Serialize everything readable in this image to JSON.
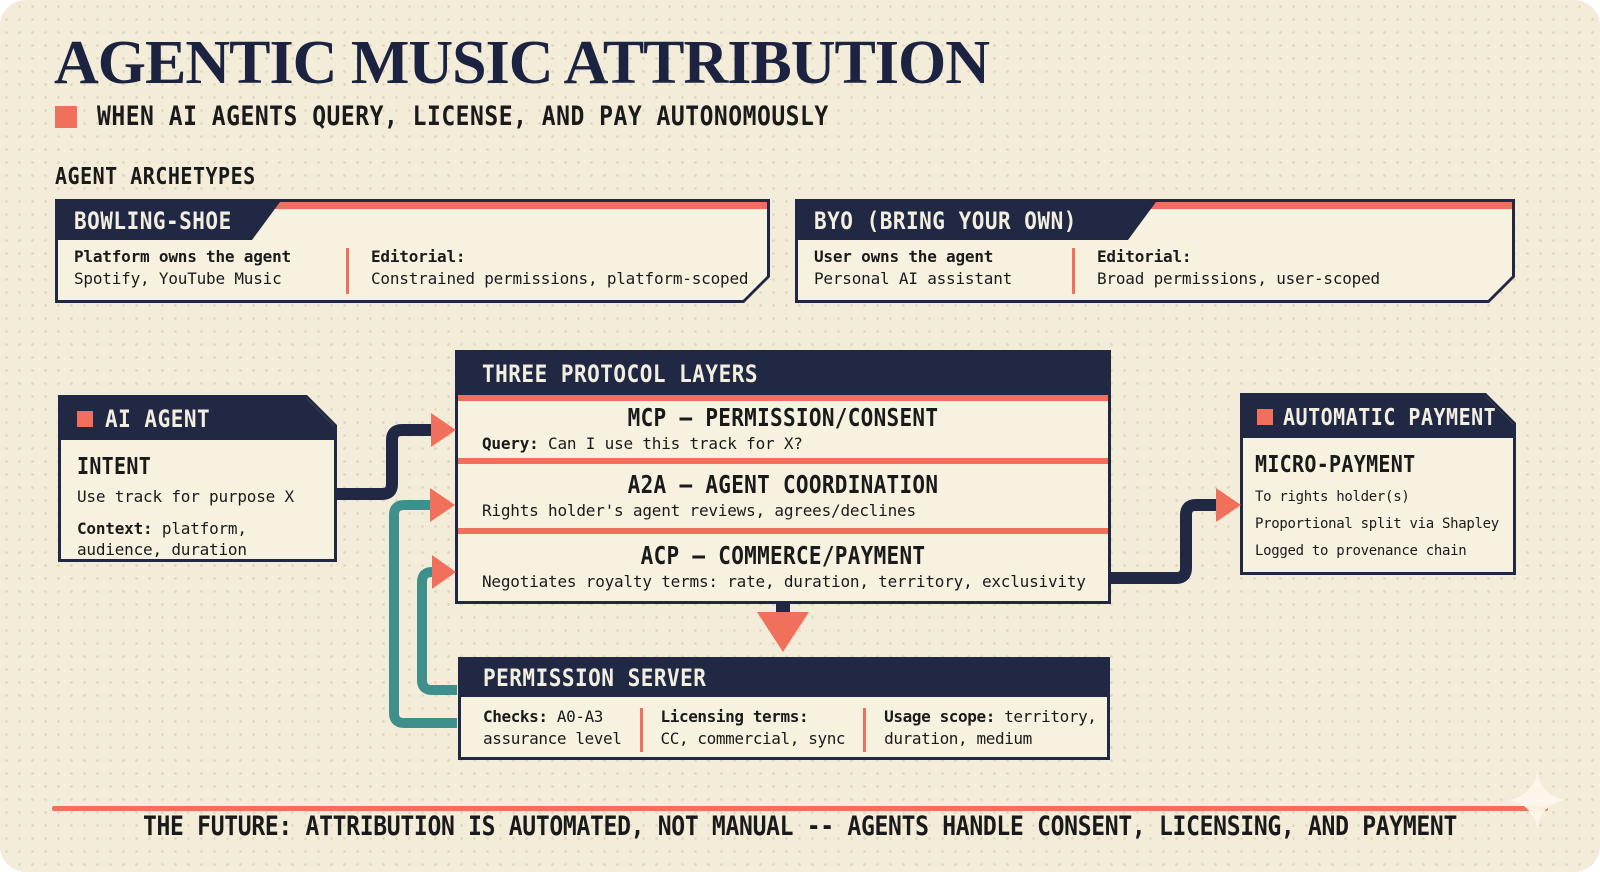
{
  "colors": {
    "navy": "#212844",
    "orange": "#f1705b",
    "teal": "#3f908d",
    "cream_background": "#f2ecd9",
    "card_background": "#f7f1df"
  },
  "icons": {
    "accent_square": "filled-square",
    "sparkle": "four-pointed-star",
    "arrowheads": "orange-triangles"
  },
  "header": {
    "title": "AGENTIC MUSIC ATTRIBUTION",
    "subtitle": "WHEN AI AGENTS QUERY, LICENSE, AND PAY AUTONOMOUSLY"
  },
  "archetypes": {
    "section_label": "AGENT ARCHETYPES",
    "cards": [
      {
        "title": "BOWLING-SHOE",
        "ownership_bold": "Platform owns the agent",
        "ownership_detail": "Spotify, YouTube Music",
        "editorial_bold": "Editorial:",
        "editorial_detail": "Constrained permissions, platform-scoped"
      },
      {
        "title": "BYO (BRING YOUR OWN)",
        "ownership_bold": "User owns the agent",
        "ownership_detail": "Personal AI assistant",
        "editorial_bold": "Editorial:",
        "editorial_detail": "Broad permissions, user-scoped"
      }
    ]
  },
  "agent_card": {
    "title": "AI AGENT",
    "heading": "INTENT",
    "line1": "Use track for purpose X",
    "context_bold": "Context:",
    "context_rest": " platform,",
    "context_line2": "audience, duration"
  },
  "protocol_card": {
    "title": "THREE PROTOCOL LAYERS",
    "layers": [
      {
        "name": "MCP — PERMISSION/CONSENT",
        "desc_bold": "Query:",
        "desc_rest": " Can I use this track for X?"
      },
      {
        "name": "A2A — AGENT COORDINATION",
        "desc_bold": "",
        "desc_rest": "Rights holder's agent reviews, agrees/declines"
      },
      {
        "name": "ACP — COMMERCE/PAYMENT",
        "desc_bold": "",
        "desc_rest": "Negotiates royalty terms: rate, duration, territory, exclusivity"
      }
    ]
  },
  "payment_card": {
    "title": "AUTOMATIC PAYMENT",
    "heading": "MICRO-PAYMENT",
    "lines": [
      "To rights holder(s)",
      "Proportional split via Shapley",
      "Logged to provenance chain"
    ]
  },
  "server_card": {
    "title": "PERMISSION SERVER",
    "columns": [
      {
        "lead_bold": "Checks:",
        "lead_rest": " A0-A3",
        "line2": "assurance level"
      },
      {
        "lead_bold": "Licensing terms:",
        "lead_rest": "",
        "line2": "CC, commercial, sync"
      },
      {
        "lead_bold": "Usage scope:",
        "lead_rest": " territory,",
        "line2": "duration, medium"
      }
    ]
  },
  "footer": {
    "text": "THE FUTURE: ATTRIBUTION IS AUTOMATED, NOT MANUAL -- AGENTS HANDLE CONSENT, LICENSING, AND PAYMENT"
  }
}
